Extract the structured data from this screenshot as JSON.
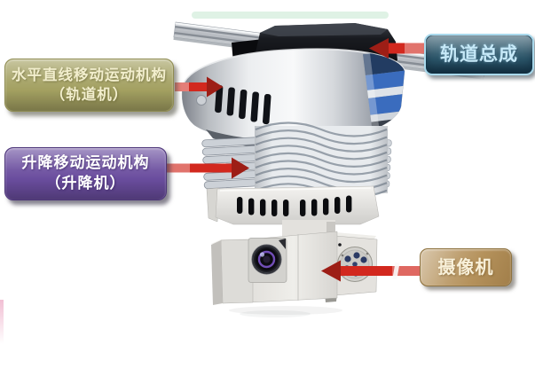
{
  "labels": {
    "rail_assembly": {
      "text": "轨道总成"
    },
    "horizontal_mechanism": {
      "line1": "水平直线移动运动机构",
      "line2": "（轨道机）"
    },
    "lift_mechanism": {
      "line1": "升降移动运动机构",
      "line2": "（升降机）"
    },
    "camera": {
      "text": "摄像机"
    }
  },
  "colors": {
    "background": "#ffffff",
    "arrow": "#d2281e",
    "rail_label_bg": "#2a5468",
    "rail_label_text": "#c6e9f8",
    "rail_label_border": "#a9d9ec",
    "horizontal_label_bg": "#a3a061",
    "horizontal_label_text": "#f2eecd",
    "lift_label_bg": "#6a4d9e",
    "lift_label_text": "#ffffff",
    "camera_label_bg": "#b5925c",
    "camera_label_text": "#f8f0d9",
    "device_blue_ring": "#3a6cbe"
  },
  "device_parts": [
    "rail",
    "rail-trolley",
    "horizontal-drive-head",
    "vent-slots",
    "blue-rings",
    "lift-bellows",
    "lift-housing",
    "camera-head",
    "camera-lens",
    "connector-plate"
  ]
}
